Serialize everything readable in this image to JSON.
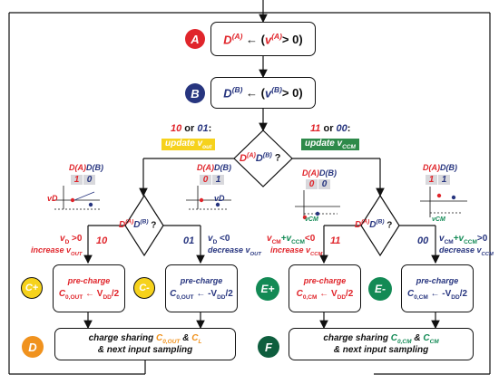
{
  "steps": {
    "A": {
      "badge": "A",
      "color": "#e0252b",
      "var": "D",
      "sup": "(A)",
      "expr_var": "v",
      "expr_sup": "(A)",
      "cmp": "> 0)"
    },
    "B": {
      "badge": "B",
      "color": "#27357f",
      "var": "D",
      "sup": "(B)",
      "expr_var": "v",
      "expr_sup": "(B)",
      "cmp": "> 0)"
    }
  },
  "decision_main": {
    "label": "D(A)D(B) ?"
  },
  "branch_left": {
    "codes_a": "10",
    "or": " or ",
    "codes_b": "01",
    "colon": ":",
    "action": "update v",
    "action_sub": "out"
  },
  "branch_right": {
    "codes_a": "11",
    "or": " or ",
    "codes_b": "00",
    "colon": ":",
    "action": "update v",
    "action_sub": "CCM"
  },
  "decision_sub": {
    "label": "D(A)D(B) ?"
  },
  "conditions": [
    {
      "code": "10",
      "line1": "v",
      "line1_sub": "D",
      "line1_rest": " >0",
      "line2": "increase v",
      "line2_sub": "OUT",
      "color": "#e0252b"
    },
    {
      "code": "01",
      "line1": "v",
      "line1_sub": "D",
      "line1_rest": " <0",
      "line2": "decrease v",
      "line2_sub": "OUT",
      "color": "#27357f"
    },
    {
      "code": "11",
      "line1": "v",
      "line1_sub": "CM",
      "line1_rest": "+v",
      "line1_sub2": "CCM",
      "line1_rest2": "<0",
      "line2": "increase v",
      "line2_sub": "CCM",
      "color": "#e0252b"
    },
    {
      "code": "00",
      "line1": "v",
      "line1_sub": "CM",
      "line1_rest": "+v",
      "line1_sub2": "CCM",
      "line1_rest2": ">0",
      "line2": "decrease v",
      "line2_sub": "CCM",
      "color": "#27357f"
    }
  ],
  "precharge": [
    {
      "badge": "C+",
      "title": "pre-charge",
      "cap": "C",
      "cap_sub": "0,OUT",
      "arrow": " ← V",
      "v_sub": "DD",
      "tail": "/2",
      "color": "#e0252b"
    },
    {
      "badge": "C-",
      "title": "pre-charge",
      "cap": "C",
      "cap_sub": "0,OUT",
      "arrow": " ← -V",
      "v_sub": "DD",
      "tail": "/2",
      "color": "#27357f"
    },
    {
      "badge": "E+",
      "title": "pre-charge",
      "cap": "C",
      "cap_sub": "0,CM",
      "arrow": " ← V",
      "v_sub": "DD",
      "tail": "/2",
      "color": "#e0252b"
    },
    {
      "badge": "E-",
      "title": "pre-charge",
      "cap": "C",
      "cap_sub": "0,CM",
      "arrow": " ← -V",
      "v_sub": "DD",
      "tail": "/2",
      "color": "#27357f"
    }
  ],
  "sharing": [
    {
      "badge": "D",
      "line1a": "charge sharing ",
      "cap1": "C",
      "cap1_sub": "0,OUT",
      "amp": " & ",
      "cap2": "C",
      "cap2_sub": "L",
      "line2": "& next input sampling",
      "color": "#f0921e"
    },
    {
      "badge": "F",
      "line1a": "charge sharing ",
      "cap1": "C",
      "cap1_sub": "0,CM",
      "amp": " & ",
      "cap2": "C",
      "cap2_sub": "CM",
      "line2": "& next input sampling",
      "color": "#138a55"
    }
  ],
  "insets": [
    {
      "h1": "D(A)",
      "h2": "D(B)",
      "c1": "1",
      "c2": "0",
      "axis": "vD"
    },
    {
      "h1": "D(A)",
      "h2": "D(B)",
      "c1": "0",
      "c2": "1",
      "axis": "vD"
    },
    {
      "h1": "D(A)",
      "h2": "D(B)",
      "c1": "0",
      "c2": "0",
      "axis": "vCM"
    },
    {
      "h1": "D(A)",
      "h2": "D(B)",
      "c1": "1",
      "c2": "1",
      "axis": "vCM"
    }
  ]
}
